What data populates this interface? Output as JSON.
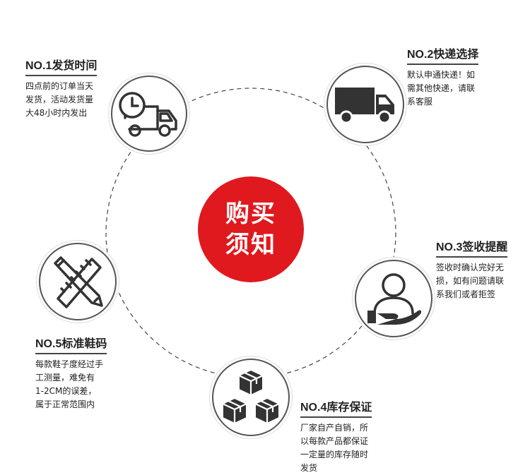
{
  "center": {
    "line1": "购买",
    "line2": "须知"
  },
  "items": [
    {
      "title": "NO.1发货时间",
      "desc": "四点前的订单当天\n发货，活动发货量\n大48小时内发出",
      "icon": "delivery-clock-truck-icon"
    },
    {
      "title": "NO.2快递选择",
      "desc": "默认申通快递！如\n需其他快递，请联\n系客服",
      "icon": "truck-icon"
    },
    {
      "title": "NO.3签收提醒",
      "desc": "签收时确认完好无\n损，如有问题请联\n系我们或者拒签",
      "icon": "person-hand-icon"
    },
    {
      "title": "NO.4库存保证",
      "desc": "厂家自产自销，所\n以每款产品都保证\n一定量的库存随时\n发货",
      "icon": "boxes-icon"
    },
    {
      "title": "NO.5标准鞋码",
      "desc": "每款鞋子度经过手\n工测量，难免有\n1-2CM的误差，\n属于正常范围内",
      "icon": "ruler-pencil-icon"
    }
  ],
  "colors": {
    "accent": "#e0191e",
    "ink": "#222222",
    "ring": "#444444"
  }
}
